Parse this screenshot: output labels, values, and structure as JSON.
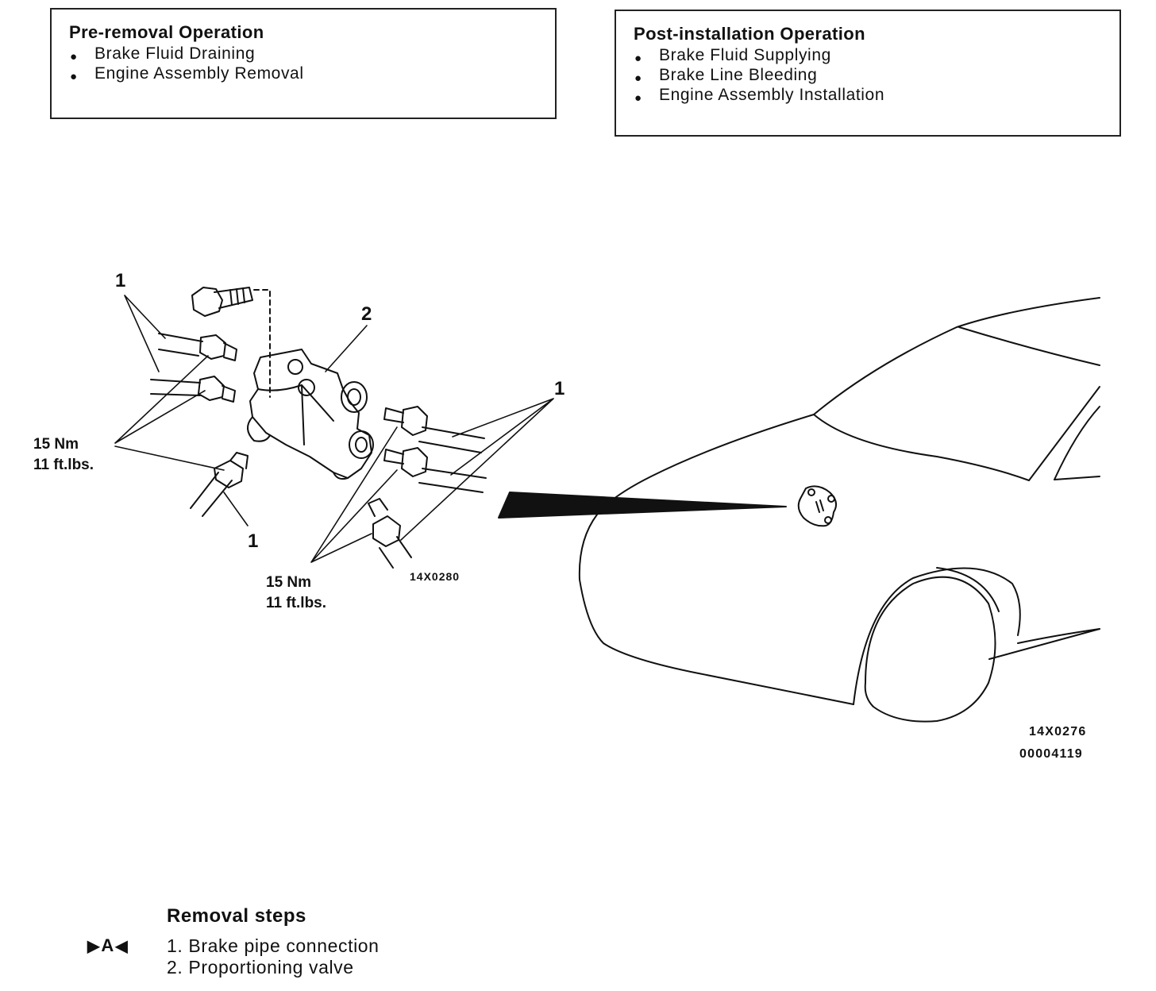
{
  "pre_removal": {
    "title": "Pre-removal Operation",
    "items": [
      "Brake Fluid Draining",
      "Engine Assembly Removal"
    ]
  },
  "post_installation": {
    "title": "Post-installation Operation",
    "items": [
      "Brake Fluid Supplying",
      "Brake Line Bleeding",
      "Engine Assembly Installation"
    ]
  },
  "diagram": {
    "callout_1": "1",
    "callout_2": "2",
    "torque_nm": "15 Nm",
    "torque_ftlbs": "11 ft.lbs.",
    "detail_code": "14X0280",
    "figure_code": "14X0276",
    "figure_id": "00004119"
  },
  "removal": {
    "title": "Removal steps",
    "badge_letter": "A",
    "steps": [
      "1. Brake pipe connection",
      "2. Proportioning valve"
    ]
  }
}
